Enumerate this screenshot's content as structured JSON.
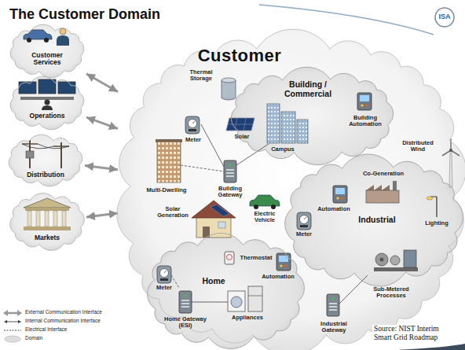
{
  "diagram": {
    "title": "The Customer Domain",
    "nodes": [
      {
        "text": [
          "Customer Services"
        ]
      },
      {
        "text": [
          "Operations"
        ]
      },
      {
        "text": [
          "Distribution"
        ]
      },
      {
        "text": [
          "Markets"
        ]
      },
      {
        "text": [
          "Customer"
        ]
      },
      {
        "text": [
          "Building / Commercial"
        ],
        "in": 4
      },
      {
        "text": [
          "Industrial"
        ],
        "in": 4
      },
      {
        "text": [
          "Home"
        ],
        "in": 4
      }
    ],
    "edges": [
      {
        "from": 0,
        "to": 4,
        "arrow": "both"
      },
      {
        "from": 1,
        "to": 4,
        "arrow": "both"
      },
      {
        "from": 2,
        "to": 4,
        "arrow": "both"
      },
      {
        "from": 3,
        "to": 4,
        "arrow": "both"
      }
    ],
    "labels": [
      "ISA",
      "Thermal Storage",
      "Building Automation",
      "Meter",
      "Solar",
      "Campus",
      "Multi-Dwelling",
      "Building Gateway",
      "Electric Vehicle",
      "Distributed Wind",
      "Co-Generation",
      "Automation",
      "Lighting",
      "Solar Generation",
      "Thermostat",
      "Automation",
      "Meter",
      "Sub-Metered Processes",
      "Industrial Gateway",
      "Appliances",
      "Meter",
      "Home Gateway (ESI)",
      "Source: NIST Interim Smart Grid Roadmap"
    ],
    "legend": [
      {
        "text": "External Communication Interface"
      },
      {
        "text": "Internal Communication Interface"
      },
      {
        "text": "Electrical Interface"
      },
      {
        "text": "Domain"
      }
    ]
  }
}
